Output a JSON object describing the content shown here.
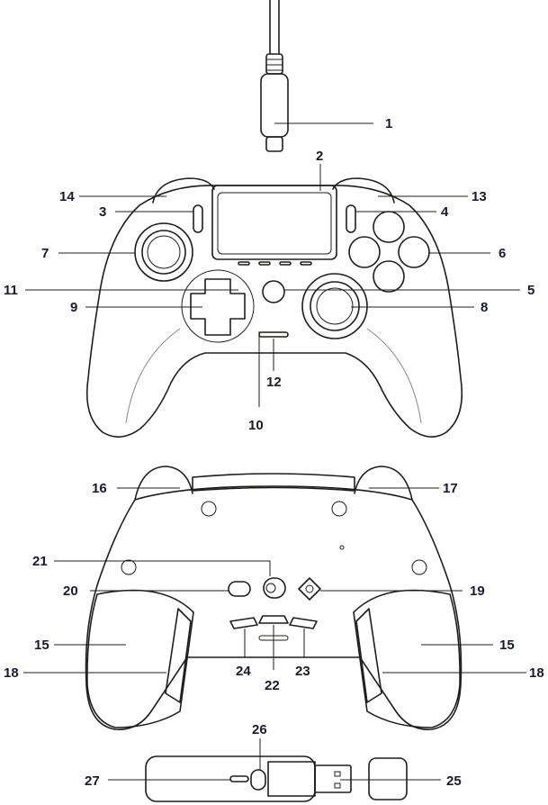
{
  "colors": {
    "line": "#1d1d1b",
    "text": "#1a1a2e",
    "soft": "#8a8a8a"
  },
  "callouts": {
    "c1": "1",
    "c2": "2",
    "c3": "3",
    "c4": "4",
    "c5": "5",
    "c6": "6",
    "c7": "7",
    "c8": "8",
    "c9": "9",
    "c10": "10",
    "c11": "11",
    "c12": "12",
    "c13": "13",
    "c14": "14",
    "c15a": "15",
    "c15b": "15",
    "c16": "16",
    "c17": "17",
    "c18a": "18",
    "c18b": "18",
    "c19": "19",
    "c20": "20",
    "c21": "21",
    "c22": "22",
    "c23": "23",
    "c24": "24",
    "c25": "25",
    "c26": "26",
    "c27": "27"
  }
}
